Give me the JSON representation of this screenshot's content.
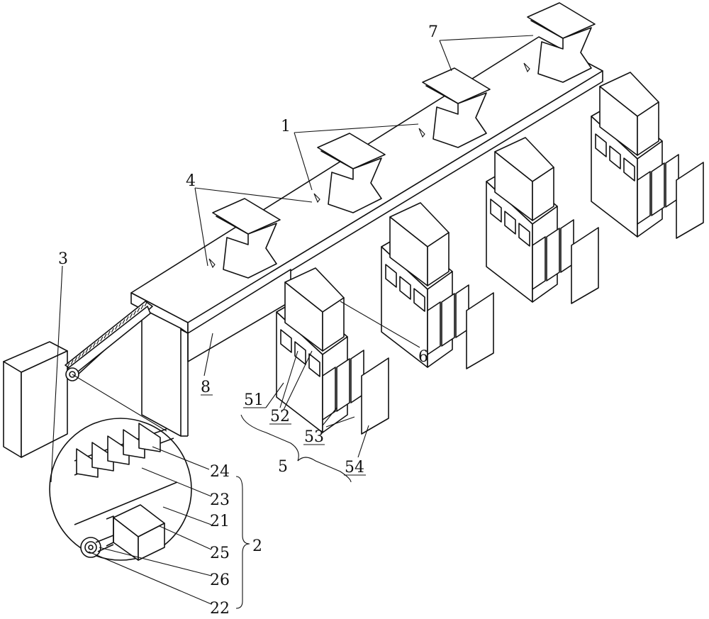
{
  "figure": {
    "labels": {
      "l1": "1",
      "l2": "2",
      "l3": "3",
      "l4": "4",
      "l5": "5",
      "l6": "6",
      "l7": "7",
      "l8": "8",
      "l21": "21",
      "l22": "22",
      "l23": "23",
      "l24": "24",
      "l25": "25",
      "l26": "26",
      "l51": "51",
      "l52": "52",
      "l53": "53",
      "l54": "54"
    },
    "colors": {
      "line": "#111111",
      "background": "#ffffff"
    }
  }
}
